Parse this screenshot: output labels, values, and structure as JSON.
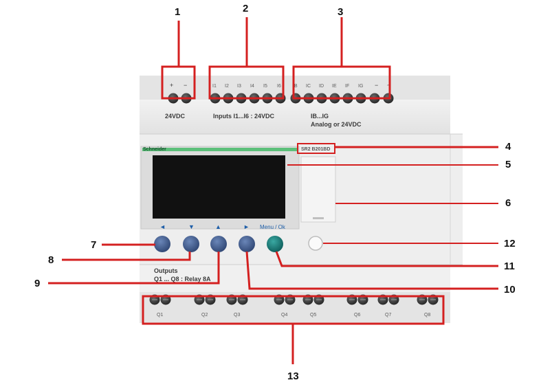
{
  "callouts": [
    "1",
    "2",
    "3",
    "4",
    "5",
    "6",
    "7",
    "8",
    "9",
    "10",
    "11",
    "12",
    "13"
  ],
  "device": {
    "top_plus": "+",
    "top_minus": "−",
    "input_labels": [
      "I1",
      "I2",
      "I3",
      "I4",
      "I5",
      "I6",
      "IB",
      "IC",
      "ID",
      "IE",
      "IF",
      "IG"
    ],
    "top_right_minus": "−",
    "top_right_dash": "~",
    "power_label": "24VDC",
    "inputs_label": "Inputs I1...I6 : 24VDC",
    "analog_label_1": "IB...IG",
    "analog_label_2": "Analog or 24VDC",
    "brand": "Schneider",
    "model": "SR2 B201BD",
    "buttons": [
      "◄",
      "▼",
      "▲",
      "►",
      "Menu / Ok"
    ],
    "outputs_label_1": "Outputs",
    "outputs_label_2": "Q1 ... Q8 : Relay 8A",
    "output_terminals": [
      "Q1",
      "Q2",
      "Q3",
      "Q4",
      "Q5",
      "Q6",
      "Q7",
      "Q8"
    ]
  },
  "colors": {
    "callout_red": "#d42020",
    "button_blue": "#3f5b8c",
    "button_teal": "#1a7a78",
    "screen": "#111111",
    "label_blue": "#1e5ea8"
  }
}
